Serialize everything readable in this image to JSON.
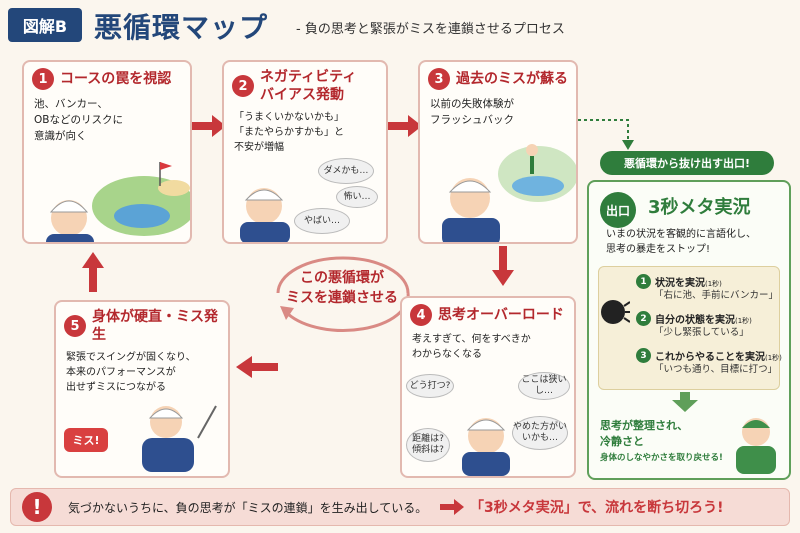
{
  "header": {
    "tag": "図解B",
    "title": "悪循環マップ",
    "subtitle": "- 負の思考と緊張がミスを連鎖させるプロセス"
  },
  "steps": [
    {
      "num": "1",
      "title": "コースの罠を視認",
      "text": [
        "池、バンカー、",
        "OBなどのリスクに",
        "意識が向く"
      ]
    },
    {
      "num": "2",
      "title_lines": [
        "ネガティビティ",
        "バイアス発動"
      ],
      "text": [
        "「うまくいかないかも」",
        "「またやらかすかも」と",
        "不安が増幅"
      ],
      "bubbles": [
        "ダメかも…",
        "怖い…",
        "やばい…"
      ]
    },
    {
      "num": "3",
      "title": "過去のミスが蘇る",
      "text": [
        "以前の失敗体験が",
        "フラッシュバック"
      ]
    },
    {
      "num": "4",
      "title": "思考オーバーロード",
      "text": [
        "考えすぎて、何をすべきか",
        "わからなくなる"
      ],
      "bubbles": [
        "どう打つ?",
        "ここは狭いし…",
        "距離は?",
        "傾斜は?",
        "やめた方がいいかも…"
      ]
    },
    {
      "num": "5",
      "title": "身体が硬直・ミス発生",
      "text": [
        "緊張でスイングが固くなり、",
        "本来のパフォーマンスが",
        "出せずミスにつながる"
      ],
      "bubble": "ミス!"
    }
  ],
  "cycle": {
    "lines": [
      "この悪循環が",
      "ミスを連鎖させる"
    ]
  },
  "exit": {
    "pill": "悪循環から抜け出す出口!",
    "badge": "出口",
    "title": "3秒メタ実況",
    "desc": [
      "いまの状況を客観的に言語化し、",
      "思考の暴走をストップ!"
    ],
    "items": [
      {
        "num": "1",
        "label": "状況を実況",
        "time": "(1秒)",
        "quote": "「右に池、手前にバンカー」"
      },
      {
        "num": "2",
        "label": "自分の状態を実況",
        "time": "(1秒)",
        "quote": "「少し緊張している」"
      },
      {
        "num": "3",
        "label": "これからやることを実況",
        "time": "(1秒)",
        "quote": "「いつも通り、目標に打つ」"
      }
    ],
    "result": [
      "思考が整理され、",
      "冷静さと"
    ],
    "result_small": "身体のしなやかさを取り戻せる!"
  },
  "footer": {
    "icon": "!",
    "left": "気づかないうちに、負の思考が「ミスの連鎖」を生み出している。",
    "right": "「3秒メタ実況」で、流れを断ち切ろう!"
  },
  "colors": {
    "accent_red": "#c8373b",
    "navy": "#23477a",
    "green": "#2f7d3c"
  }
}
